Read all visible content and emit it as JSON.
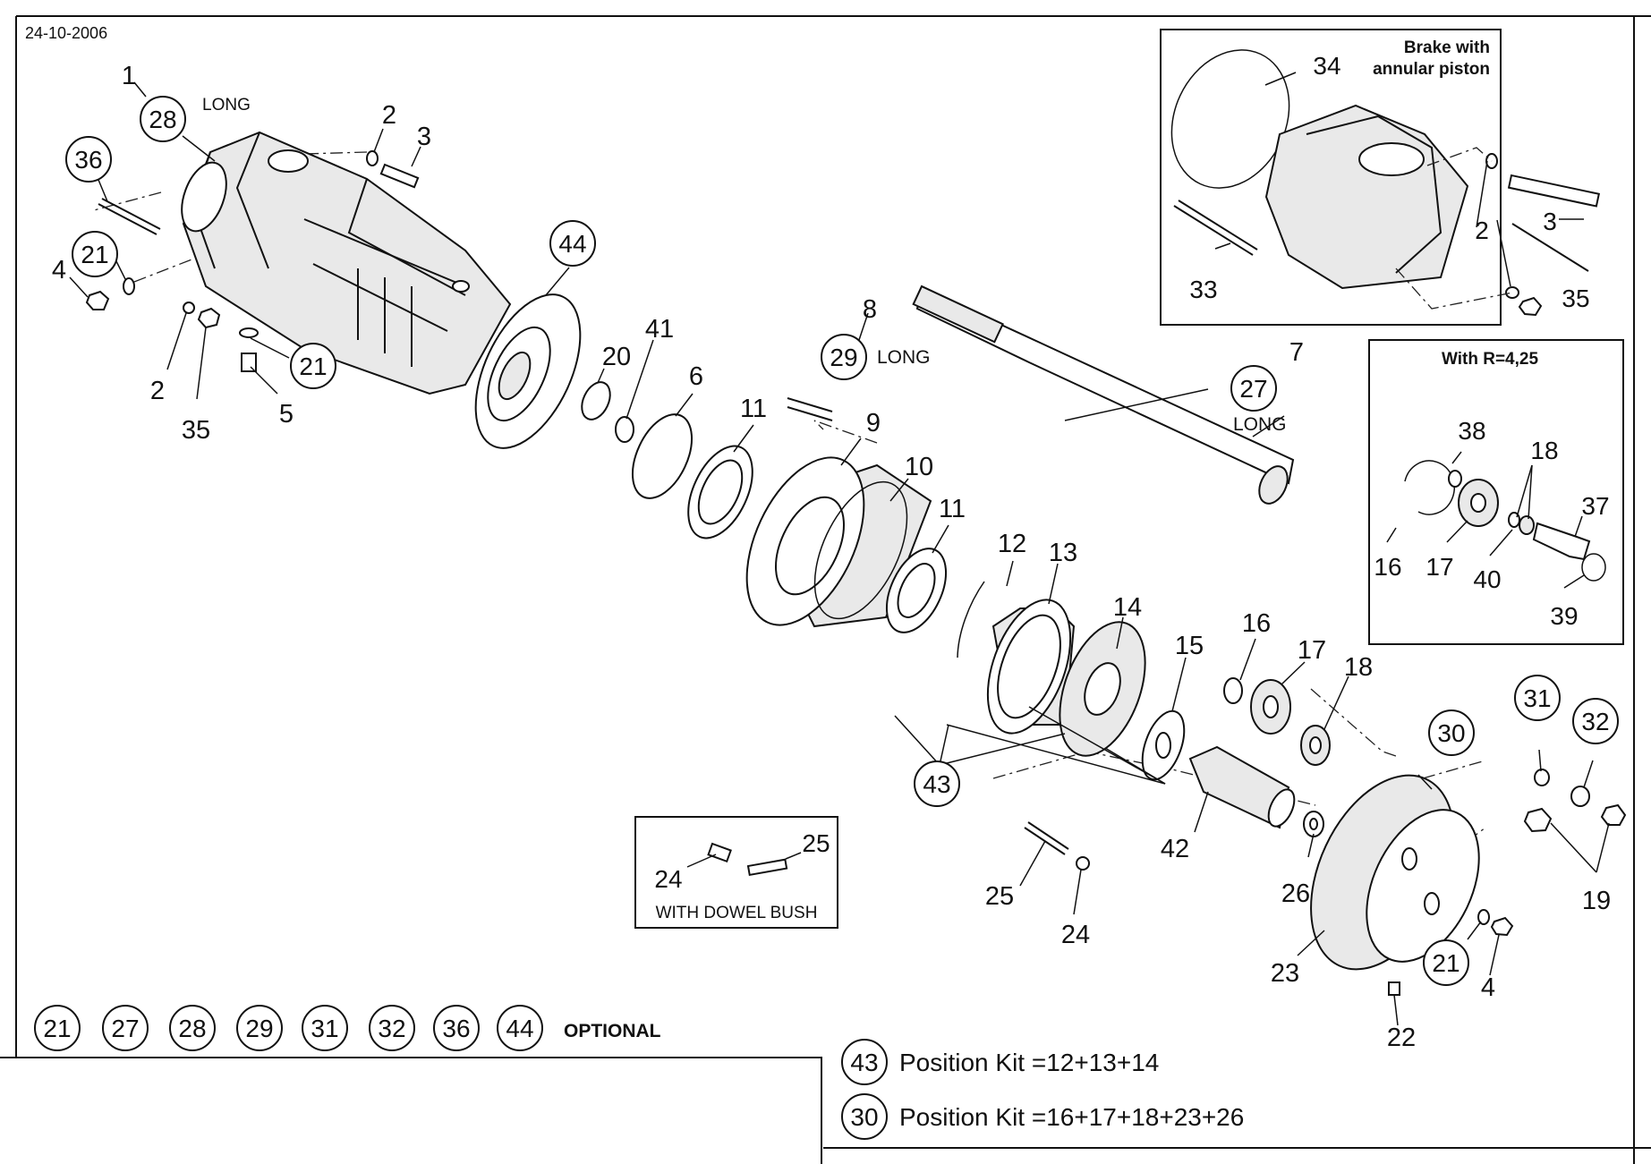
{
  "header": {
    "date": "24-10-2006"
  },
  "insets": {
    "brake": {
      "title_line1": "Brake with",
      "title_line2": "annular piston"
    },
    "ratio": {
      "title": "With R=4,25"
    },
    "dowel": {
      "caption": "WITH DOWEL BUSH"
    }
  },
  "labels": {
    "long_28": "LONG",
    "long_29": "LONG",
    "long_27": "LONG",
    "optional": "OPTIONAL"
  },
  "callouts": {
    "c1": "1",
    "c2a": "2",
    "c3a": "3",
    "c4a": "4",
    "c2b": "2",
    "c35a": "35",
    "c5": "5",
    "c20": "20",
    "c41": "41",
    "c6": "6",
    "c11a": "11",
    "c8": "8",
    "c9": "9",
    "c10": "10",
    "c11b": "11",
    "c12": "12",
    "c13": "13",
    "c14": "14",
    "c7": "7",
    "c15": "15",
    "c16a": "16",
    "c17a": "17",
    "c18a": "18",
    "c42": "42",
    "c26": "26",
    "c25a": "25",
    "c24a": "24",
    "c25b": "25",
    "c24b": "24",
    "c23": "23",
    "c22": "22",
    "c4b": "4",
    "c19": "19",
    "c34": "34",
    "c2c": "2",
    "c3b": "3",
    "c33": "33",
    "c35b": "35",
    "c38": "38",
    "c18b": "18",
    "c37": "37",
    "c16b": "16",
    "c17b": "17",
    "c40": "40",
    "c39": "39"
  },
  "circled": {
    "k28": "28",
    "k36": "36",
    "k21a": "21",
    "k21b": "21",
    "k44": "44",
    "k29": "29",
    "k27": "27",
    "k43": "43",
    "k30": "30",
    "k31": "31",
    "k32": "32",
    "k21c": "21"
  },
  "optional_list": [
    "21",
    "27",
    "28",
    "29",
    "31",
    "32",
    "36",
    "44"
  ],
  "kits": [
    {
      "num": "43",
      "text": "Position Kit =12+13+14"
    },
    {
      "num": "30",
      "text": "Position Kit =16+17+18+23+26"
    }
  ]
}
